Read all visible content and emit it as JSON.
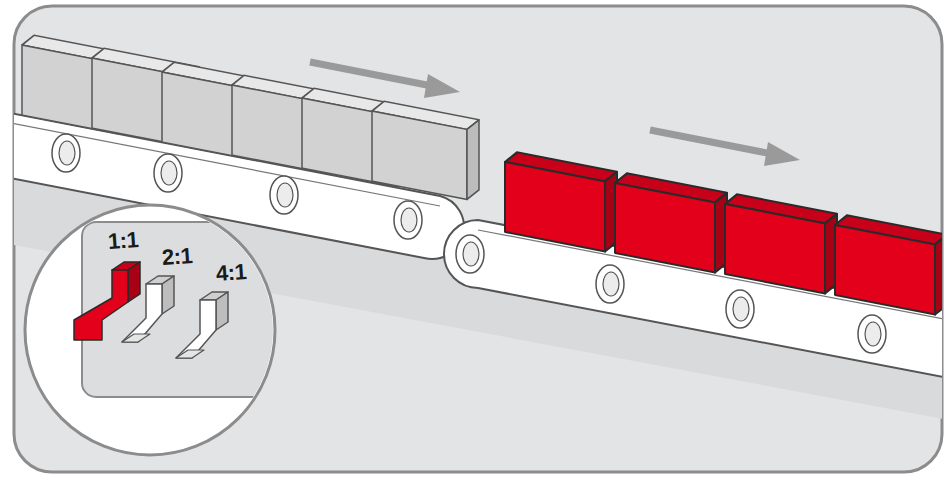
{
  "diagram": {
    "labels": [
      "1:1",
      "2:1",
      "4:1"
    ]
  }
}
